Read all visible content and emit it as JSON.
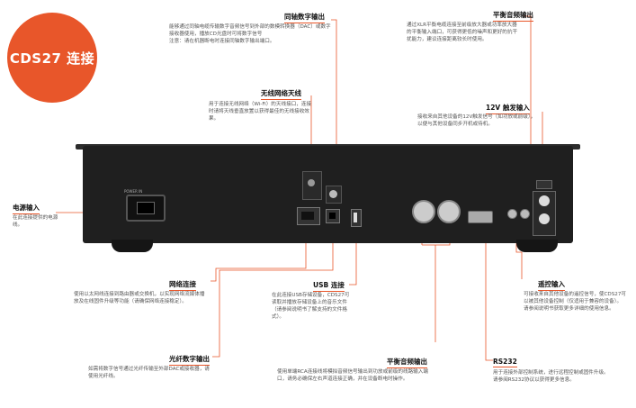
{
  "badge": "CDS27 连接",
  "labels": {
    "coax_out": {
      "title": "同轴数字输出",
      "desc1": "能够通过同轴电缆传输数字音频信号到外部的数模转换器（DAC）或数字接收器使用，播放CD光盘时可将数字信号",
      "desc2": "注意：请在机器断电时连接同轴数字输出端口。"
    },
    "balanced_out": {
      "title": "平衡音频输出",
      "desc": "通过XLR平衡电缆连接至前级放大器或功率放大器的平衡输入端口，可获得更低的噪声和更好的抗干扰能力，建议连接距离较长时使用。"
    },
    "wireless": {
      "title": "无线网络天线",
      "desc": "用于连接无线网络（Wi-Fi）的天线接口，连接时请将天线垂直放置以获得最佳的无线接收效果。"
    },
    "trigger": {
      "title": "12V 触发输入",
      "desc": "接收来自其他设备的12V触发信号（如功放或前级），以便与其他设备同步开机或待机。"
    },
    "power": {
      "title": "电源输入",
      "desc": "在此连接提供的电源线。"
    },
    "network": {
      "title": "网络连接",
      "desc": "使用以太网线连接到路由器或交换机，以实现网络流媒体播放及在线固件升级等功能（请确保网络连接稳定）。"
    },
    "usb": {
      "title": "USB 连接",
      "desc": "在此连接USB存储设备，CDS27可读取并播放存储设备上的音乐文件（请参阅说明书了解支持的文件格式）。"
    },
    "optical_out": {
      "title": "光纤数字输出",
      "desc": "如需将数字信号通过光纤传输至外部DAC或接收器，请使用光纤线。"
    },
    "analog_out": {
      "title": "平衡音频输出",
      "desc": "使用单端RCA连接线将模拟音频信号输出到功放或前级的线路输入端口，请务必确保左右声道连接正确，并在设备断电时操作。"
    },
    "rs232": {
      "title": "RS232",
      "desc1": "用于连接外部控制系统，进行远程控制或固件升级。",
      "desc2": "请参阅RS232协议以获得更多信息。"
    },
    "remote_in": {
      "title": "遥控输入",
      "desc1": "可接收来自其他设备的遥控信号，使CDS27可以被其他设备控制（仅适用于兼容的设备）。",
      "desc2": "请参阅说明书获取更多详细的使用信息。"
    }
  },
  "device": {
    "power_label": "POWER IN"
  },
  "colors": {
    "accent": "#e8562a",
    "chassis": "#1f1f1f",
    "line": "#e8562a"
  }
}
